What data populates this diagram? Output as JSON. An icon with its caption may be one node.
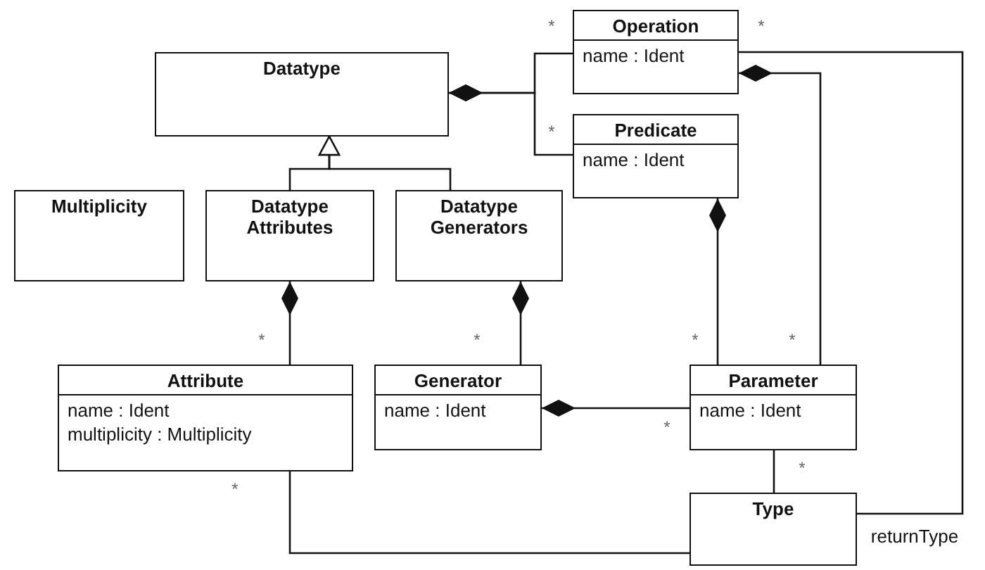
{
  "diagram": {
    "nodes": [
      {
        "text": [
          "Operation",
          "name : Ident"
        ]
      },
      {
        "text": [
          "Datatype"
        ]
      },
      {
        "text": [
          "Predicate",
          "name : Ident"
        ]
      },
      {
        "text": [
          "Multiplicity"
        ]
      },
      {
        "text": [
          "Datatype Attributes"
        ]
      },
      {
        "text": [
          "Datatype Generators"
        ]
      },
      {
        "text": [
          "Attribute",
          "name : Ident",
          "multiplicity : Multiplicity"
        ]
      },
      {
        "text": [
          "Generator",
          "name : Ident"
        ]
      },
      {
        "text": [
          "Parameter",
          "name : Ident"
        ]
      },
      {
        "text": [
          "Type"
        ]
      }
    ],
    "edges": [
      {
        "from": 4,
        "to": 1,
        "arrow": "to"
      },
      {
        "from": 5,
        "to": 1,
        "arrow": "to"
      },
      {
        "from": 1,
        "to": 0,
        "arrow": "other",
        "label": "*"
      },
      {
        "from": 1,
        "to": 2,
        "arrow": "other",
        "label": "*"
      },
      {
        "from": 4,
        "to": 6,
        "arrow": "other",
        "label": "*"
      },
      {
        "from": 5,
        "to": 7,
        "arrow": "other",
        "label": "*"
      },
      {
        "from": 2,
        "to": 8,
        "arrow": "other",
        "label": "*"
      },
      {
        "from": 0,
        "to": 8,
        "arrow": "other",
        "label": "*"
      },
      {
        "from": 7,
        "to": 8,
        "arrow": "other",
        "label": "*"
      },
      {
        "from": 8,
        "to": 9,
        "arrow": "none",
        "label": "*"
      },
      {
        "from": 6,
        "to": 9,
        "arrow": "none",
        "label": "*"
      },
      {
        "from": 0,
        "to": 9,
        "arrow": "none",
        "label": "returnType"
      }
    ],
    "labels": [
      "*"
    ]
  }
}
